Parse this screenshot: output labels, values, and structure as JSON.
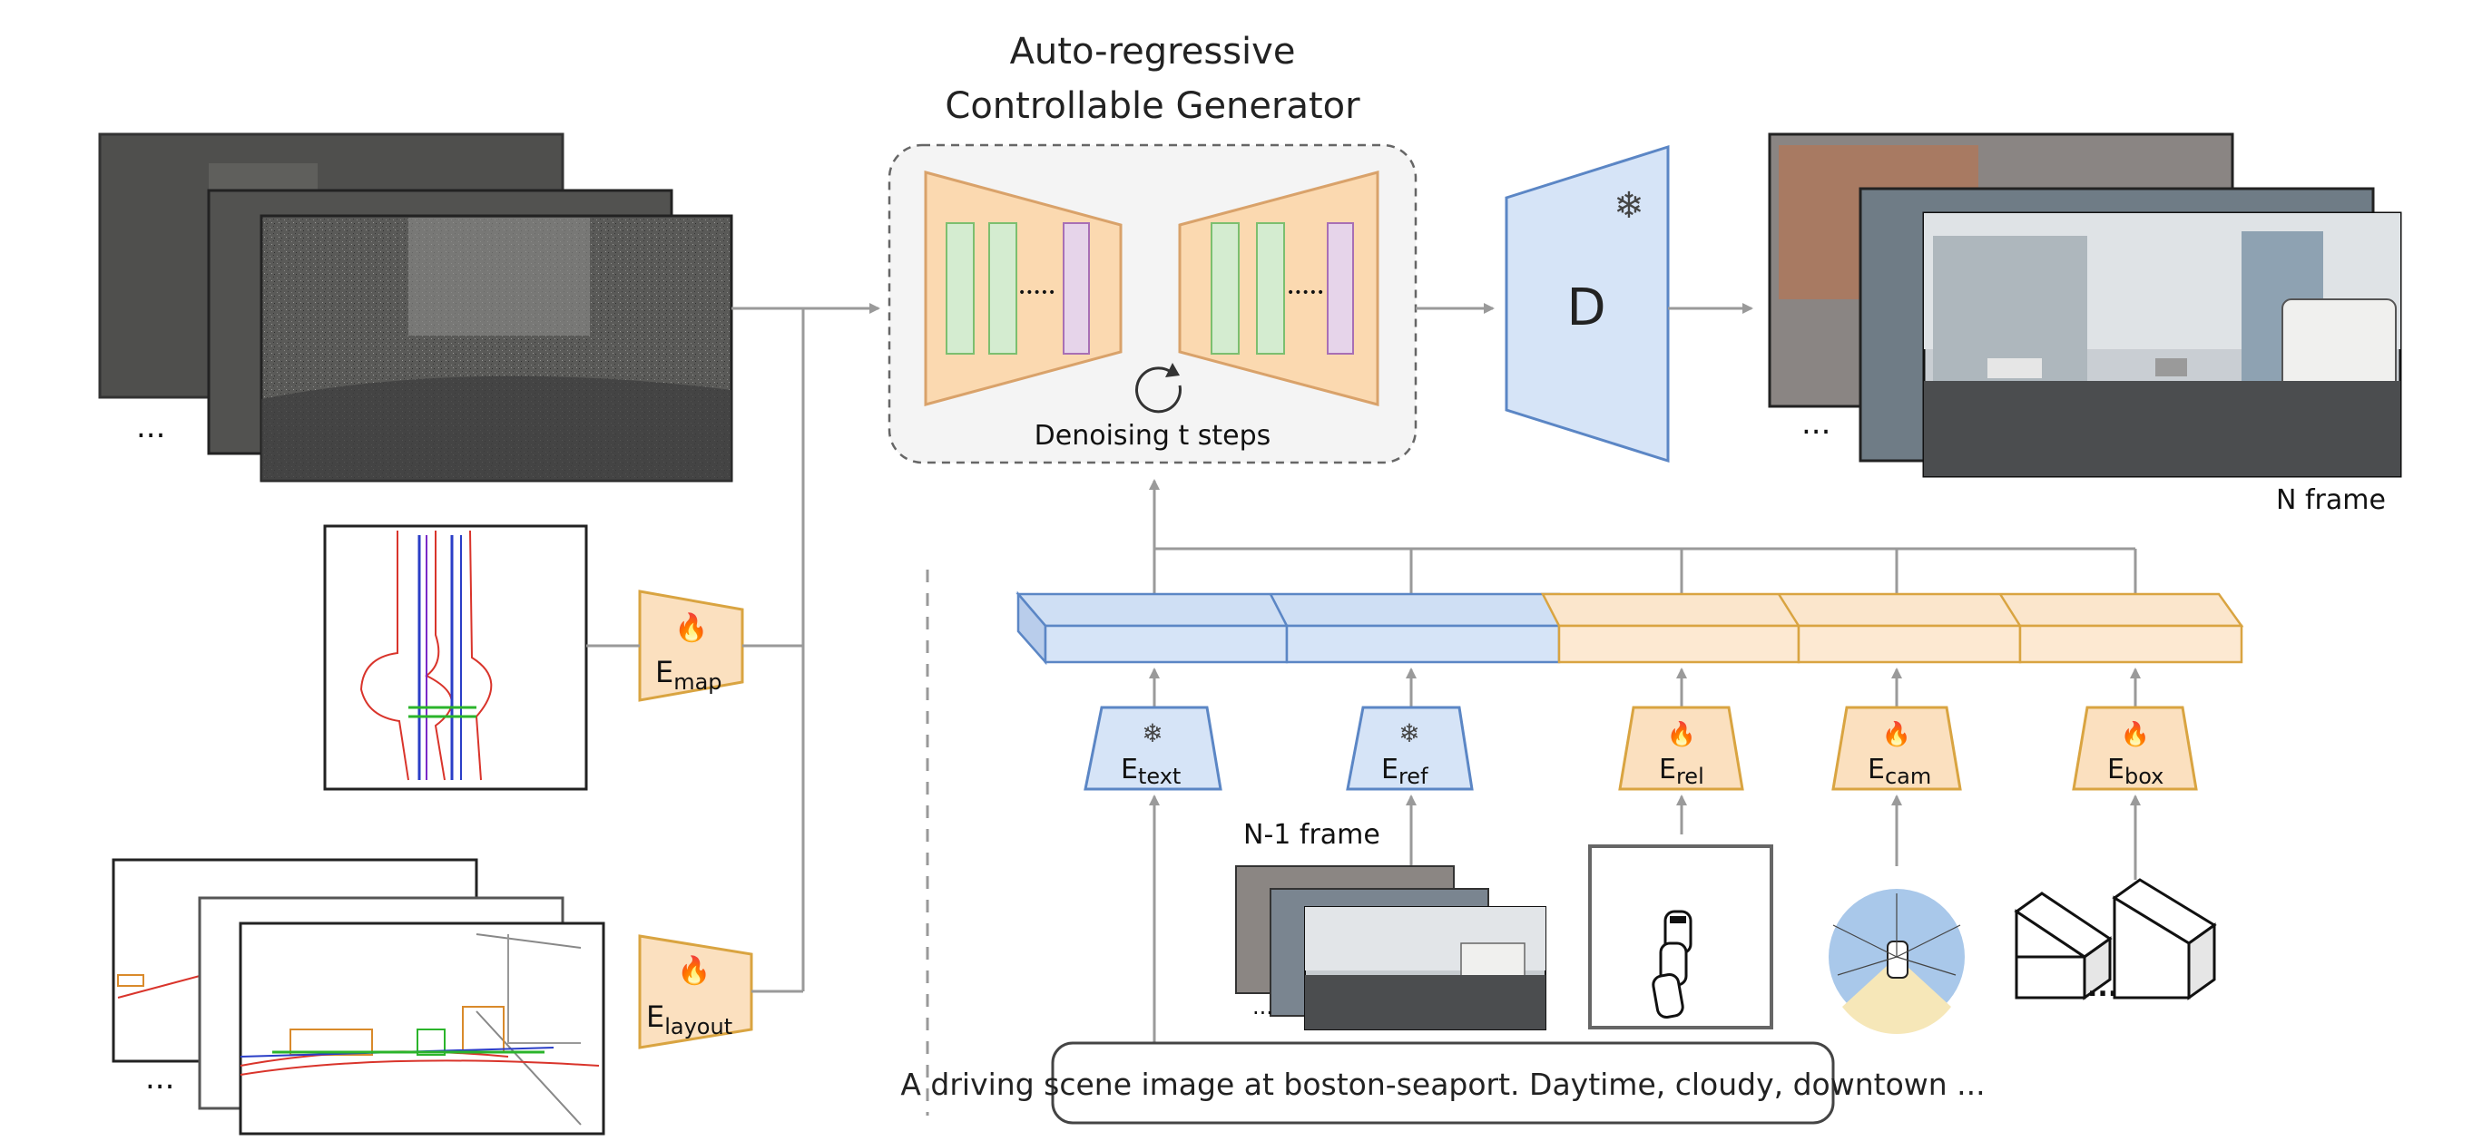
{
  "generator": {
    "title_line1": "Auto-regressive",
    "title_line2": "Controllable Generator",
    "loop_label": "Denoising t steps",
    "dots": "•••••"
  },
  "decoder": {
    "label": "D",
    "icon": "snowflake-icon"
  },
  "output": {
    "label": "N frame"
  },
  "encoders": {
    "map": {
      "base": "E",
      "sub": "map",
      "icon": "fire-icon"
    },
    "layout": {
      "base": "E",
      "sub": "layout",
      "icon": "fire-icon"
    },
    "text": {
      "base": "E",
      "sub": "text",
      "icon": "snowflake-icon"
    },
    "ref": {
      "base": "E",
      "sub": "ref",
      "icon": "snowflake-icon"
    },
    "rel": {
      "base": "E",
      "sub": "rel",
      "icon": "fire-icon"
    },
    "cam": {
      "base": "E",
      "sub": "cam",
      "icon": "fire-icon"
    },
    "box": {
      "base": "E",
      "sub": "box",
      "icon": "fire-icon"
    }
  },
  "ref_frames": {
    "label": "N-1 frame"
  },
  "prompt": {
    "text": "A driving scene image at boston-seaport. Daytime, cloudy, downtown ..."
  },
  "ellipsis": "...",
  "colors": {
    "encoder_fire": "#fbe0bf",
    "encoder_fire_border": "#d9a441",
    "encoder_frozen": "#d6e4f7",
    "encoder_frozen_border": "#5b86c5",
    "unet_fill": "#fbd9b0",
    "unet_border": "#d9a26a",
    "bar_green": "#d4ecd0",
    "bar_purple": "#e6d4ea",
    "arrow": "#9a9a9a"
  }
}
